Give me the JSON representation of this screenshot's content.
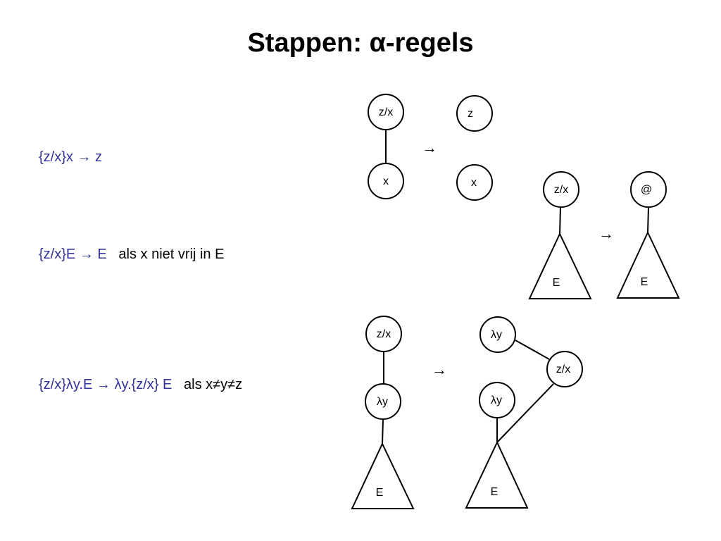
{
  "title": "Stappen: α-regels",
  "rules": [
    {
      "formula": "{z/x}x →  z",
      "condition": ""
    },
    {
      "formula": "{z/x}E →  E",
      "condition": "als x niet vrij in E"
    },
    {
      "formula": "{z/x}λy.E → λy.{z/x} E",
      "condition": "als x≠y≠z"
    }
  ],
  "diagrams": {
    "d1": {
      "left_top": "z/x",
      "left_bottom": "x",
      "arrow": "→",
      "right_top": "z",
      "right_bottom": "x"
    },
    "d2": {
      "left_node": "z/x",
      "left_tree": "E",
      "arrow": "→",
      "right_node": "@",
      "right_tree": "E"
    },
    "d3": {
      "left_top": "z/x",
      "left_mid": "λy",
      "left_tree": "E",
      "arrow": "→",
      "right_top": "λy",
      "right_sub": "z/x",
      "right_mid": "λy",
      "right_tree": "E"
    }
  }
}
